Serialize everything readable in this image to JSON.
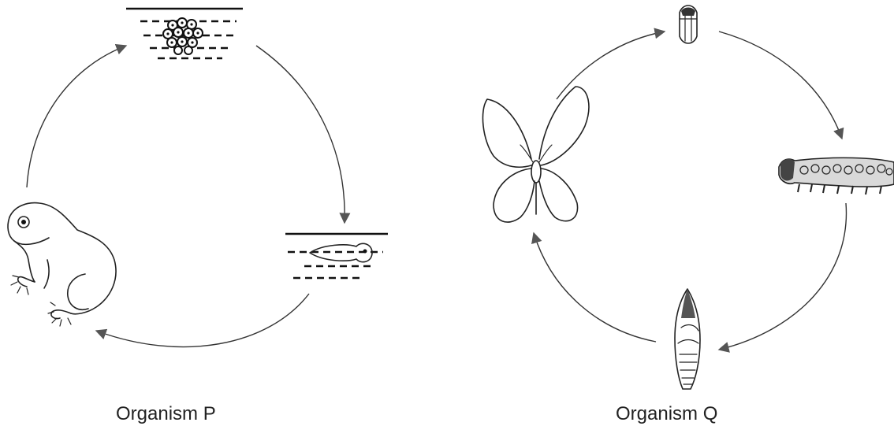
{
  "organisms": [
    {
      "id": "P",
      "label": "Organism P",
      "stages": [
        "eggs",
        "tadpole",
        "frog"
      ]
    },
    {
      "id": "Q",
      "label": "Organism Q",
      "stages": [
        "egg",
        "caterpillar",
        "pupa",
        "butterfly"
      ]
    }
  ],
  "colors": {
    "line": "#222222",
    "arrowhead": "#555555",
    "background": "#ffffff"
  }
}
